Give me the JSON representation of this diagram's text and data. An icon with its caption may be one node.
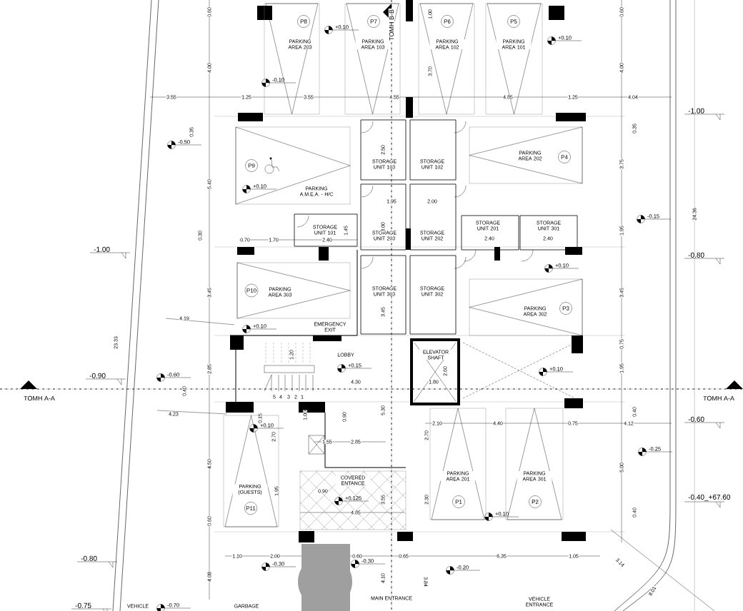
{
  "diagram": {
    "nodes": [
      {
        "text": [
          "P8",
          "PARKING AREA 203"
        ],
        "beside": [
          "+0.10"
        ]
      },
      {
        "text": [
          "P7",
          "PARKING AREA 103"
        ]
      },
      {
        "text": [
          "P6",
          "PARKING AREA 102"
        ]
      },
      {
        "text": [
          "P5",
          "PARKING AREA 101"
        ],
        "beside": [
          "+0.10"
        ]
      },
      {
        "text": [
          "P9",
          "PARKING A.M.E.A. - H/C"
        ]
      },
      {
        "text": [
          "STORAGE UNIT 103"
        ]
      },
      {
        "text": [
          "STORAGE UNIT 102"
        ]
      },
      {
        "text": [
          "PARKING AREA 202",
          "P4"
        ]
      },
      {
        "text": [
          "STORAGE UNIT 101"
        ]
      },
      {
        "text": [
          "STORAGE UNIT 203"
        ]
      },
      {
        "text": [
          "STORAGE UNIT 202"
        ]
      },
      {
        "text": [
          "STORAGE UNIT 201"
        ]
      },
      {
        "text": [
          "STORAGE UNIT 301"
        ]
      },
      {
        "text": [
          "P10",
          "PARKING AREA 303"
        ],
        "beside": [
          "+0.10"
        ]
      },
      {
        "text": [
          "STORAGE UNIT 303"
        ]
      },
      {
        "text": [
          "STORAGE UNIT 302"
        ]
      },
      {
        "text": [
          "PARKING AREA 302",
          "P3"
        ]
      },
      {
        "text": [
          "ELEVATOR SHAFT"
        ]
      },
      {
        "text": [
          "PARKING (GUESTS)",
          "P11",
          "+0.10"
        ]
      },
      {
        "text": [
          "PARKING AREA 201",
          "P1"
        ],
        "beside": [
          "+0.10"
        ]
      },
      {
        "text": [
          "PARKING AREA 301",
          "P2"
        ]
      },
      {
        "text": [
          "COVERED ENTANCE"
        ]
      }
    ],
    "labels": [
      "TOMH B-B",
      "0.60",
      "1.00",
      "0.60",
      "4.00",
      "3.70",
      "4.00",
      "-0.10",
      "3.55",
      "1.25",
      "3.55",
      "4.55",
      "4.85",
      "1.25",
      "4.04",
      "-1.00",
      "0.35",
      "0.35",
      "-0.50",
      "2.50",
      "3.75",
      "5.40",
      "+0.10",
      "1.95",
      "2.00",
      "24.36",
      "-0.15",
      "0.30",
      "0.70",
      "1.70",
      "2.40",
      "1.45",
      "3.00",
      "2.40",
      "2.40",
      "1.95",
      "-1.00",
      "-0.80",
      "+0.10",
      "3.45",
      "3.45",
      "3.45",
      "4.19",
      "EMERGENCY EXIT",
      "23.33",
      "0.75",
      "1.20",
      "LOBBY",
      "2.85",
      "+0.15",
      "2.60",
      "+0.10",
      "1.95",
      "-0.90",
      "-0.60",
      "4.30",
      "1.80",
      "TOMH A-A",
      "0.40",
      "5",
      "4",
      "3",
      "2",
      "1",
      "TOMH A-A",
      "4.23",
      "0.15",
      "1.00",
      "0.90",
      "5.30",
      "0.40",
      "2.10",
      "4.40",
      "0.75",
      "4.12",
      "-0.60",
      "2.70",
      "1.55",
      "2.85",
      "2.70",
      "-0.25",
      "4.50",
      "5.00",
      "0.90",
      "1.95",
      "+0.125",
      "3.55",
      "2.30",
      "-0.40_+67.60",
      "0.60",
      "4.85",
      "0.40",
      "-0.80",
      "1.10",
      "-0.30",
      "2.00",
      "-0.30",
      "0.60",
      "0.65",
      "-0.20",
      "6.35",
      "1.05",
      "3.14",
      "4.08",
      "4.10",
      "3.84",
      "8.01",
      "-0.75",
      "VEHICLE",
      "-0.70",
      "GARBAGE",
      "MAIN ENTRANCE",
      "VEHICLE ENTRANCE"
    ]
  }
}
